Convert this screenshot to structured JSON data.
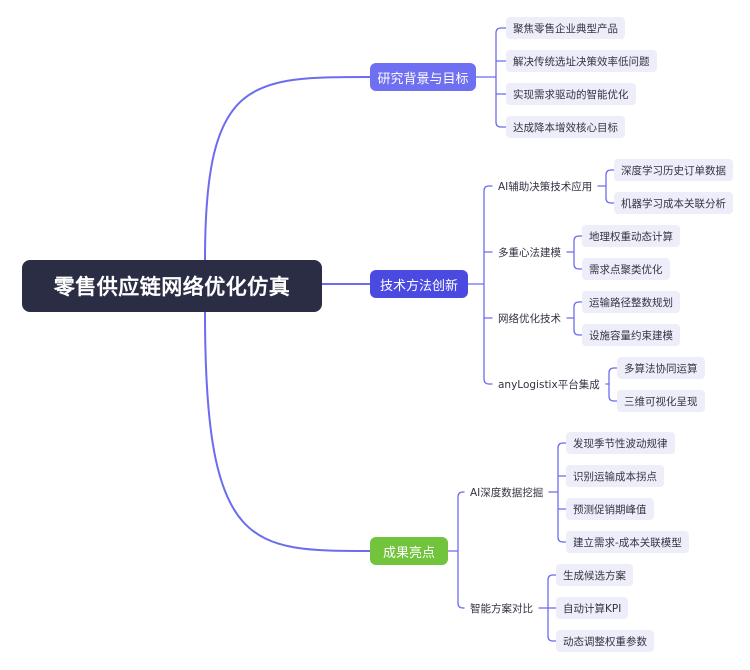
{
  "root": {
    "label": "零售供应链网络优化仿真"
  },
  "colors": {
    "root": "#2b2d45",
    "branch1": "#6f6ff2",
    "branch2": "#4a4ae0",
    "branch3": "#72c43c",
    "line": "#6c6cf0",
    "leaf_bg": "#eeeefa"
  },
  "branches": [
    {
      "label": "研究背景与目标",
      "items": [
        "聚焦零售企业典型产品",
        "解决传统选址决策效率低问题",
        "实现需求驱动的智能优化",
        "达成降本增效核心目标"
      ]
    },
    {
      "label": "技术方法创新",
      "groups": [
        {
          "label": "AI辅助决策技术应用",
          "items": [
            "深度学习历史订单数据",
            "机器学习成本关联分析"
          ]
        },
        {
          "label": "多重心法建模",
          "items": [
            "地理权重动态计算",
            "需求点聚类优化"
          ]
        },
        {
          "label": "网络优化技术",
          "items": [
            "运输路径整数规划",
            "设施容量约束建模"
          ]
        },
        {
          "label": "anyLogistix平台集成",
          "items": [
            "多算法协同运算",
            "三维可视化呈现"
          ]
        }
      ]
    },
    {
      "label": "成果亮点",
      "groups": [
        {
          "label": "AI深度数据挖掘",
          "items": [
            "发现季节性波动规律",
            "识别运输成本拐点",
            "预测促销期峰值",
            "建立需求-成本关联模型"
          ]
        },
        {
          "label": "智能方案对比",
          "items": [
            "生成候选方案",
            "自动计算KPI",
            "动态调整权重参数"
          ]
        }
      ]
    }
  ]
}
